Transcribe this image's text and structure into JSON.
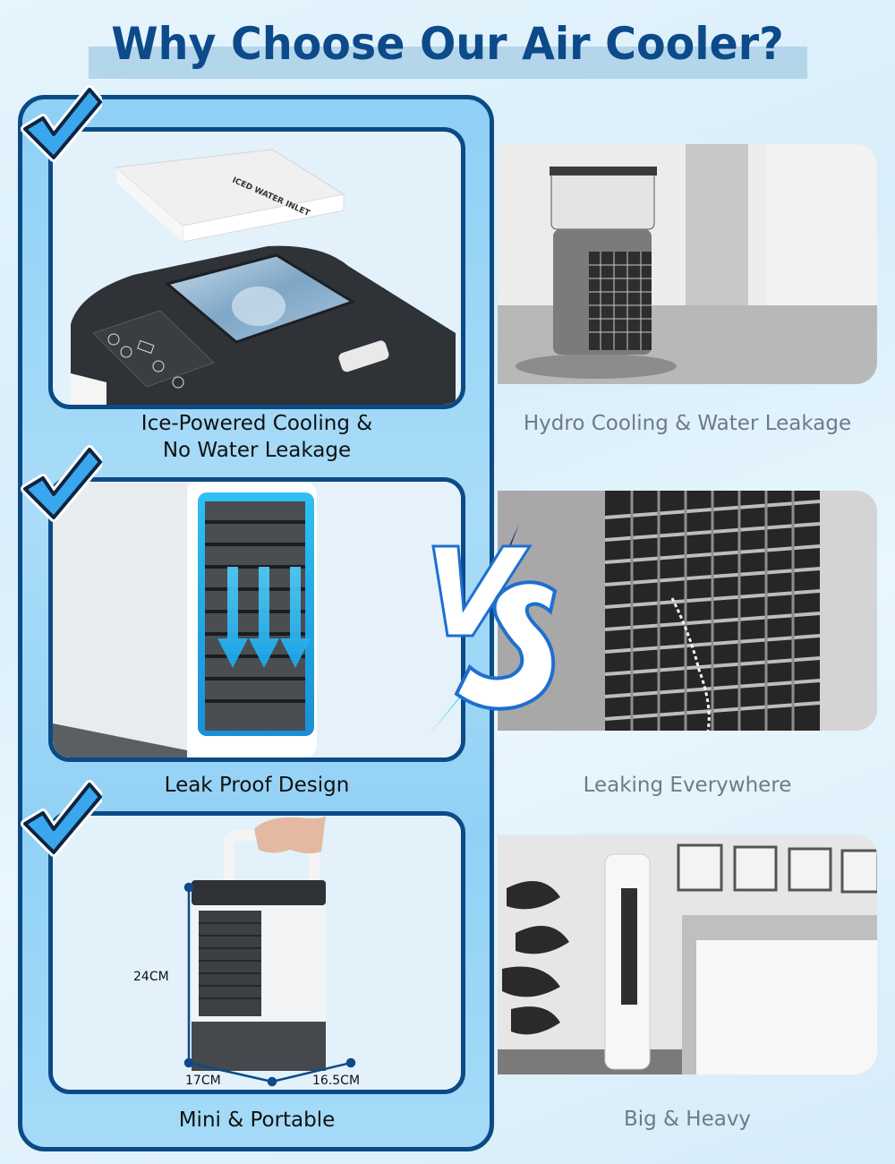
{
  "header": {
    "title": "Why Choose Our Air Cooler?"
  },
  "colors": {
    "title": "#0d4a8a",
    "panel_border": "#0b4a86",
    "panel_fill": "#9dd6f7",
    "check_fill": "#3aa6ee",
    "caption_gray": "#6d7b85"
  },
  "ours": {
    "features": [
      {
        "caption_lines": [
          "Ice-Powered Cooling &",
          "No Water Leakage"
        ],
        "image": "ice-cooler-top-with-lid",
        "lid_text": "ICED WATER INLET",
        "panel_buttons": [
          "power",
          "fan",
          "mode-display",
          "speed",
          "LED"
        ]
      },
      {
        "caption_lines": [
          "Leak Proof Design"
        ],
        "image": "cooler-front-vent-with-down-arrows"
      },
      {
        "caption_lines": [
          "Mini & Portable"
        ],
        "image": "handheld-mini-cooler-dimensions",
        "dimensions": {
          "height": "24CM",
          "width": "17CM",
          "depth": "16.5CM"
        }
      }
    ]
  },
  "vs_label": "VS",
  "others": {
    "items": [
      {
        "caption": "Hydro Cooling & Water Leakage",
        "image": "grayscale-desk-fan-water-puddle"
      },
      {
        "caption": "Leaking Everywhere",
        "image": "grayscale-grille-dripping-water"
      },
      {
        "caption": "Big & Heavy",
        "image": "grayscale-tower-fan-bedroom"
      }
    ]
  }
}
